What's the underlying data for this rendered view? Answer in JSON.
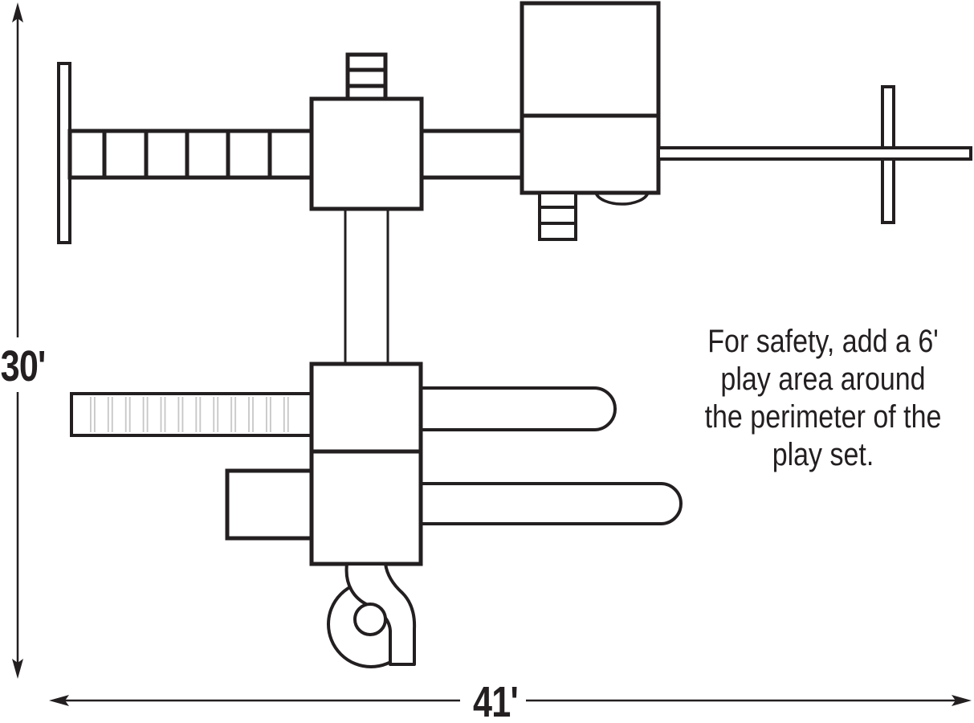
{
  "dimensions": {
    "vertical": "30'",
    "horizontal": "41'"
  },
  "note": {
    "lines": {
      "0": "For safety, add a 6'",
      "1": "play area around",
      "2": "the perimeter of the",
      "3": "play set."
    }
  },
  "colors": {
    "ink": "#231f20",
    "paper": "#ffffff",
    "slat": "#c6c6c6"
  }
}
